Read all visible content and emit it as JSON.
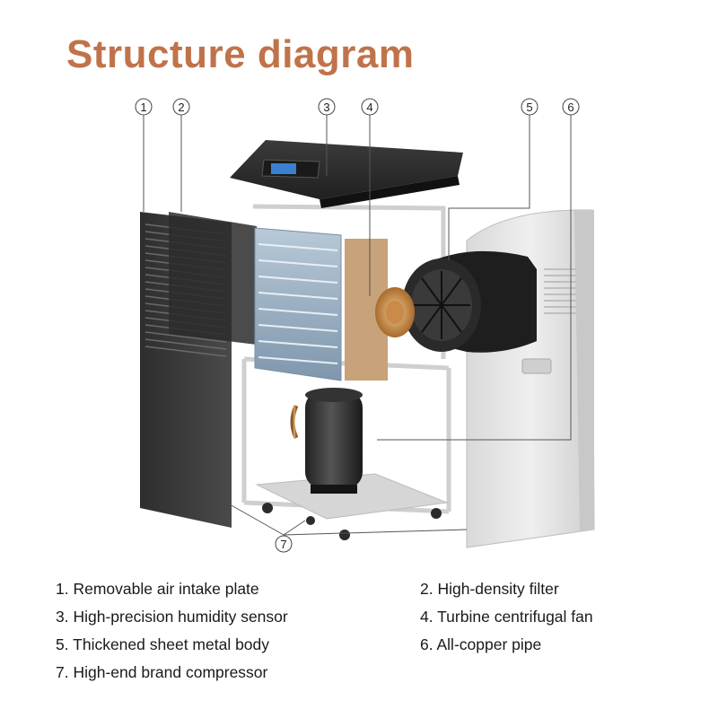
{
  "title": "Structure diagram",
  "callouts": [
    "1",
    "2",
    "3",
    "4",
    "5",
    "6",
    "7"
  ],
  "legend": [
    "1. Removable air intake plate",
    "2. High-density filter",
    "3. High-precision humidity sensor",
    "4. Turbine centrifugal fan",
    "5. Thickened sheet metal body",
    "6. All-copper pipe",
    "7. High-end brand compressor"
  ],
  "colors": {
    "title": "#c0734a",
    "panel_dark": "#3a3a3a",
    "body_light": "#e6e6e6",
    "coil_blue": "#9fb4c7",
    "copper": "#c98a4a",
    "fan_dark": "#1e1e1e"
  },
  "icons": [
    "removable-air-intake-plate",
    "high-density-filter",
    "humidity-sensor-display",
    "turbine-centrifugal-fan",
    "sheet-metal-body",
    "copper-pipe",
    "compressor"
  ]
}
